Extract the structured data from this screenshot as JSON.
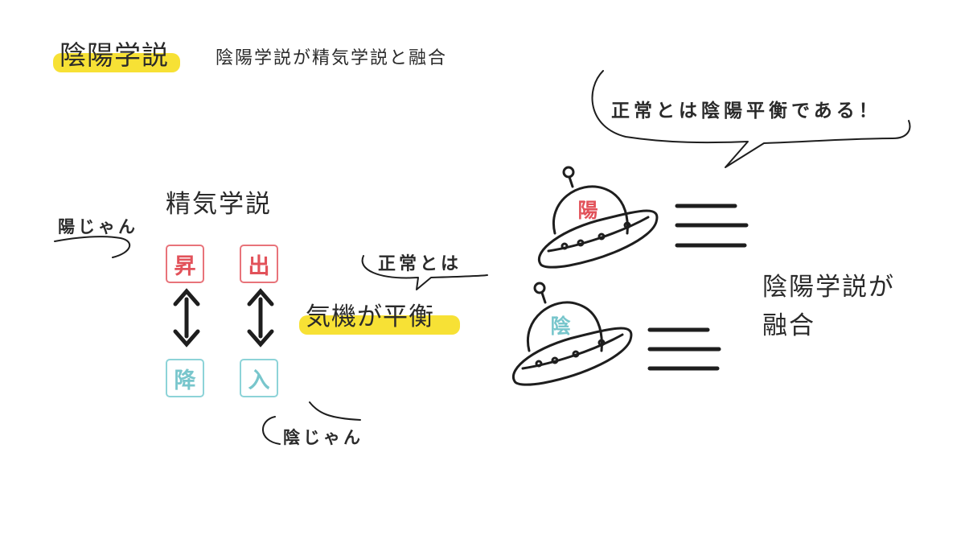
{
  "header": {
    "title": "陰陽学説",
    "subtitle": "陰陽学説が精気学説と融合"
  },
  "left_diagram": {
    "heading": "精気学説",
    "yang_note": "陽じゃん",
    "yin_note": "陰じゃん",
    "yang_boxes": [
      "昇",
      "出"
    ],
    "yin_boxes": [
      "降",
      "入"
    ]
  },
  "middle": {
    "note": "正常とは",
    "statement": "気機が平衡"
  },
  "right_diagram": {
    "speech": "正常とは陰陽平衡である！",
    "ufo_yang": "陽",
    "ufo_yin": "陰",
    "conclusion_line1": "陰陽学説が",
    "conclusion_line2": "融合"
  },
  "colors": {
    "highlight": "#f7e135",
    "yang": "#e2525a",
    "yin": "#78c6cc",
    "ink": "#1e1e1e"
  }
}
